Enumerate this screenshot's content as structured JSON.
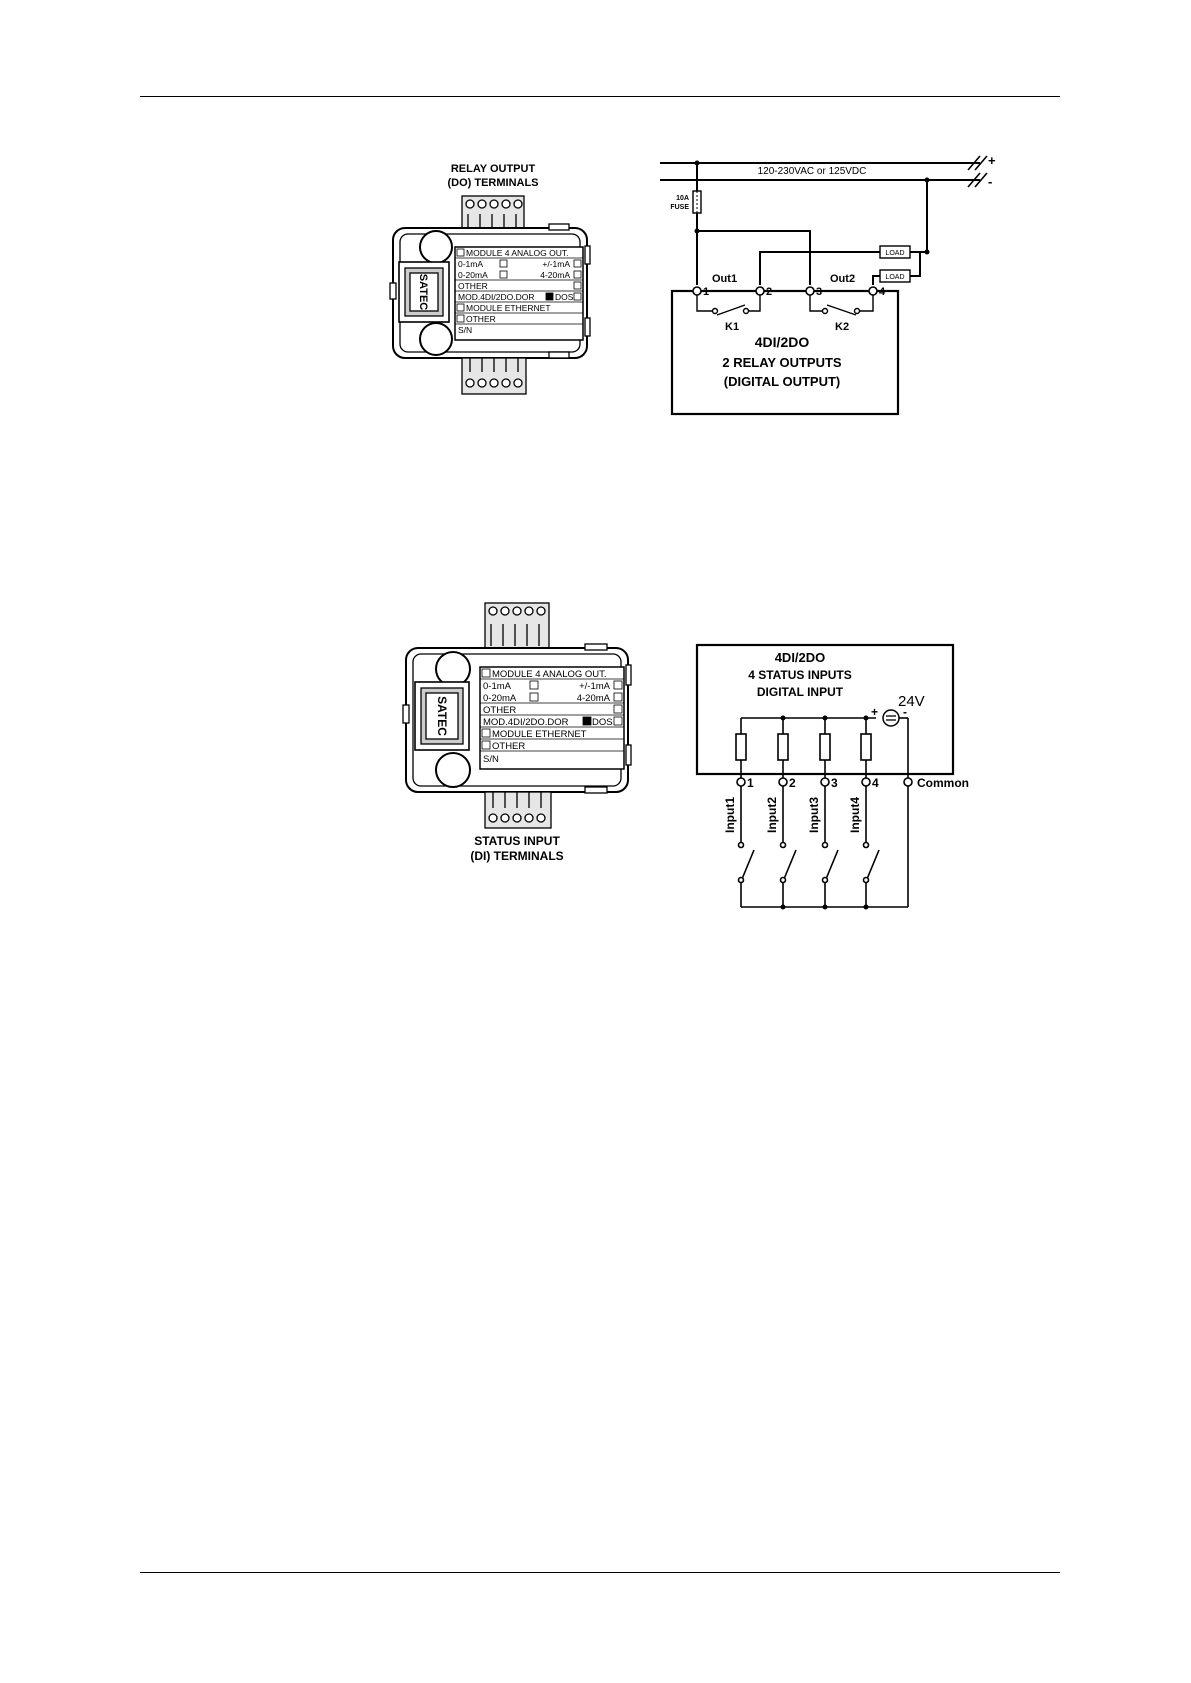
{
  "top_module": {
    "caption_line1": "RELAY OUTPUT",
    "caption_line2": "(DO) TERMINALS",
    "brand": "SATEC",
    "label_rows": [
      {
        "left": "MODULE 4 ANALOG OUT.",
        "right": ""
      },
      {
        "left": "0-1mA",
        "right": "+/-1mA"
      },
      {
        "left": "0-20mA",
        "right": "4-20mA"
      },
      {
        "left": "OTHER",
        "right": ""
      },
      {
        "left": "MOD.4DI/2DO.DOR",
        "right": "DOS"
      },
      {
        "left": "MODULE ETHERNET",
        "right": ""
      },
      {
        "left": "OTHER",
        "right": ""
      },
      {
        "left": "S/N",
        "right": ""
      }
    ]
  },
  "relay_schematic": {
    "supply_label": "120-230VAC or 125VDC",
    "plus": "+",
    "minus": "-",
    "fuse_line1": "10A",
    "fuse_line2": "FUSE",
    "load1": "LOAD",
    "load2": "LOAD",
    "out1": "Out1",
    "out2": "Out2",
    "terminals": [
      "1",
      "2",
      "3",
      "4"
    ],
    "k1": "K1",
    "k2": "K2",
    "title": "4DI/2DO",
    "subtitle": "2 RELAY OUTPUTS",
    "subtitle2": "(DIGITAL OUTPUT)"
  },
  "bottom_module": {
    "caption_line1": "STATUS INPUT",
    "caption_line2": "(DI) TERMINALS",
    "brand": "SATEC",
    "label_rows": [
      {
        "left": "MODULE 4 ANALOG OUT.",
        "right": ""
      },
      {
        "left": "0-1mA",
        "right": "+/-1mA"
      },
      {
        "left": "0-20mA",
        "right": "4-20mA"
      },
      {
        "left": "OTHER",
        "right": ""
      },
      {
        "left": "MOD.4DI/2DO.DOR",
        "right": "DOS"
      },
      {
        "left": "MODULE ETHERNET",
        "right": ""
      },
      {
        "left": "OTHER",
        "right": ""
      },
      {
        "left": "S/N",
        "right": ""
      }
    ]
  },
  "status_schematic": {
    "title": "4DI/2DO",
    "subtitle": "4 STATUS INPUTS",
    "subtitle2": "DIGITAL INPUT",
    "voltage": "24V",
    "plus": "+",
    "minus": "-",
    "terminals": [
      "1",
      "2",
      "3",
      "4"
    ],
    "common": "Common",
    "inputs": [
      "Input1",
      "Input2",
      "Input3",
      "Input4"
    ]
  }
}
